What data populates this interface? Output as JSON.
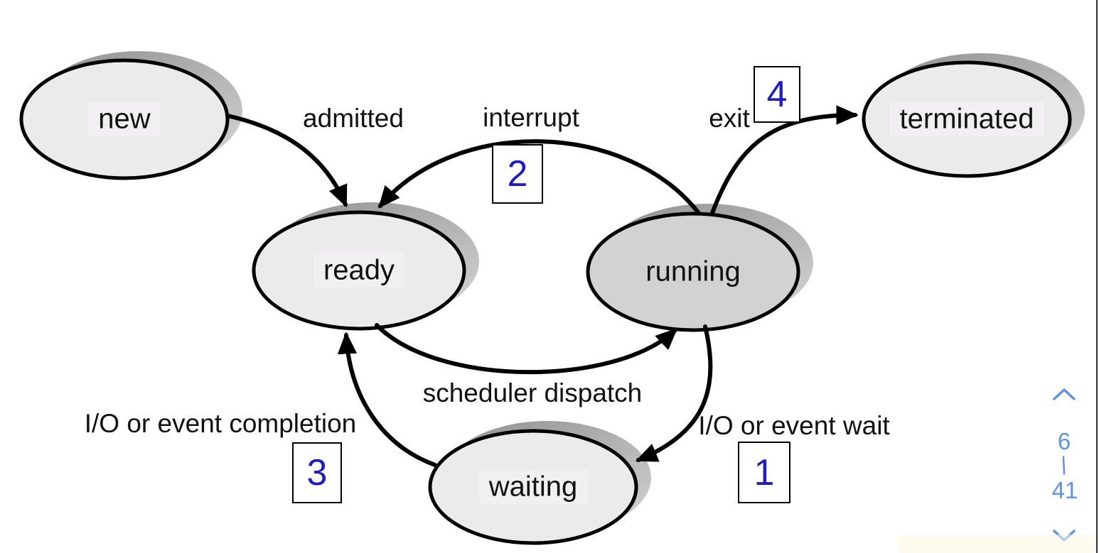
{
  "diagram": {
    "states": [
      {
        "id": "new",
        "label": "new"
      },
      {
        "id": "ready",
        "label": "ready"
      },
      {
        "id": "running",
        "label": "running"
      },
      {
        "id": "waiting",
        "label": "waiting"
      },
      {
        "id": "terminated",
        "label": "terminated"
      }
    ],
    "transitions": [
      {
        "id": "admitted",
        "label": "admitted"
      },
      {
        "id": "interrupt",
        "label": "interrupt"
      },
      {
        "id": "exit",
        "label": "exit"
      },
      {
        "id": "scheduler-dispatch",
        "label": "scheduler dispatch"
      },
      {
        "id": "io-event-wait",
        "label": "I/O or event wait"
      },
      {
        "id": "io-event-completion",
        "label": "I/O or event completion"
      }
    ],
    "markers": [
      {
        "number": "1"
      },
      {
        "number": "2"
      },
      {
        "number": "3"
      },
      {
        "number": "4"
      }
    ]
  },
  "nav": {
    "current_page": "6",
    "separator": "/",
    "total_pages": "41"
  },
  "colors": {
    "marker_number_blue": "#1d1dc0",
    "nav_blue": "#5f93e0",
    "state_fill": "#ebebeb",
    "running_fill": "#d2d2d2",
    "shadow_gray": "#a8a8a8",
    "line_black": "#000000",
    "right_border": "#2f2f2f"
  }
}
